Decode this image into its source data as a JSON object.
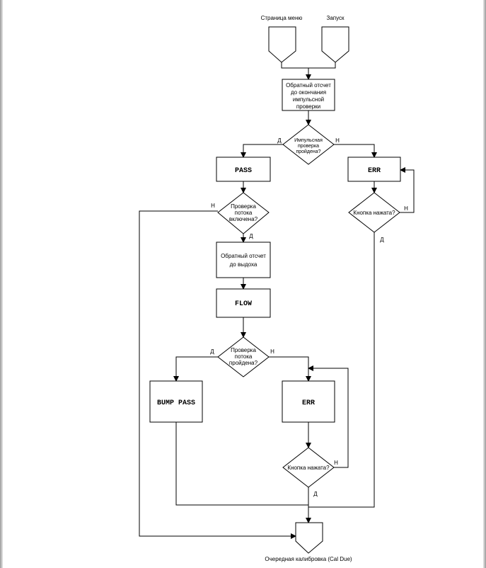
{
  "diagram": {
    "menu_page": "Страница меню",
    "start": "Запуск",
    "countdown_bump": [
      "Обратный отсчет",
      "до окончания",
      "импульсной",
      "проверки"
    ],
    "bump_check": [
      "Импульсная",
      "проверка",
      "пройдена?"
    ],
    "yes": "Д",
    "no": "Н",
    "pass": "PASS",
    "err": "ERR",
    "flow_check": [
      "Проверка",
      "потока",
      "включена?"
    ],
    "button_pressed": "Кнопка нажата?",
    "countdown_exhale": [
      "Обратный отсчет",
      "до выдоха"
    ],
    "flow": "FLOW",
    "flow_passed": [
      "Проверка",
      "потока",
      "пройдена?"
    ],
    "bump_pass": "BUMP PASS",
    "cal_due": "Очередная калибровка (Cal Due)"
  }
}
